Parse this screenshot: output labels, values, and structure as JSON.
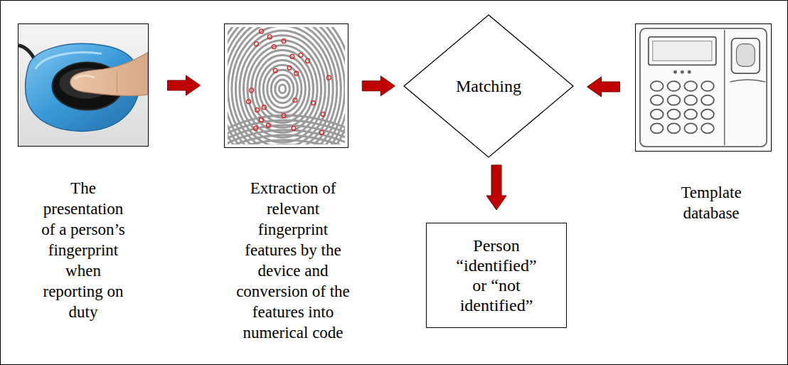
{
  "diagram": {
    "nodes": [
      {
        "text": [
          "The presentation of a person’s fingerprint when reporting on duty"
        ]
      },
      {
        "text": [
          "Extraction of relevant fingerprint features by the device and conversion of the features into numerical code"
        ]
      },
      {
        "text": [
          "Matching"
        ]
      },
      {
        "text": [
          "Template database"
        ]
      },
      {
        "text": [
          "Person “identified” or “not identified”"
        ]
      }
    ],
    "edges": [
      {
        "from": 0,
        "to": 1,
        "arrow": "to"
      },
      {
        "from": 1,
        "to": 2,
        "arrow": "to"
      },
      {
        "from": 3,
        "to": 2,
        "arrow": "to"
      },
      {
        "from": 2,
        "to": 4,
        "arrow": "to"
      }
    ]
  }
}
